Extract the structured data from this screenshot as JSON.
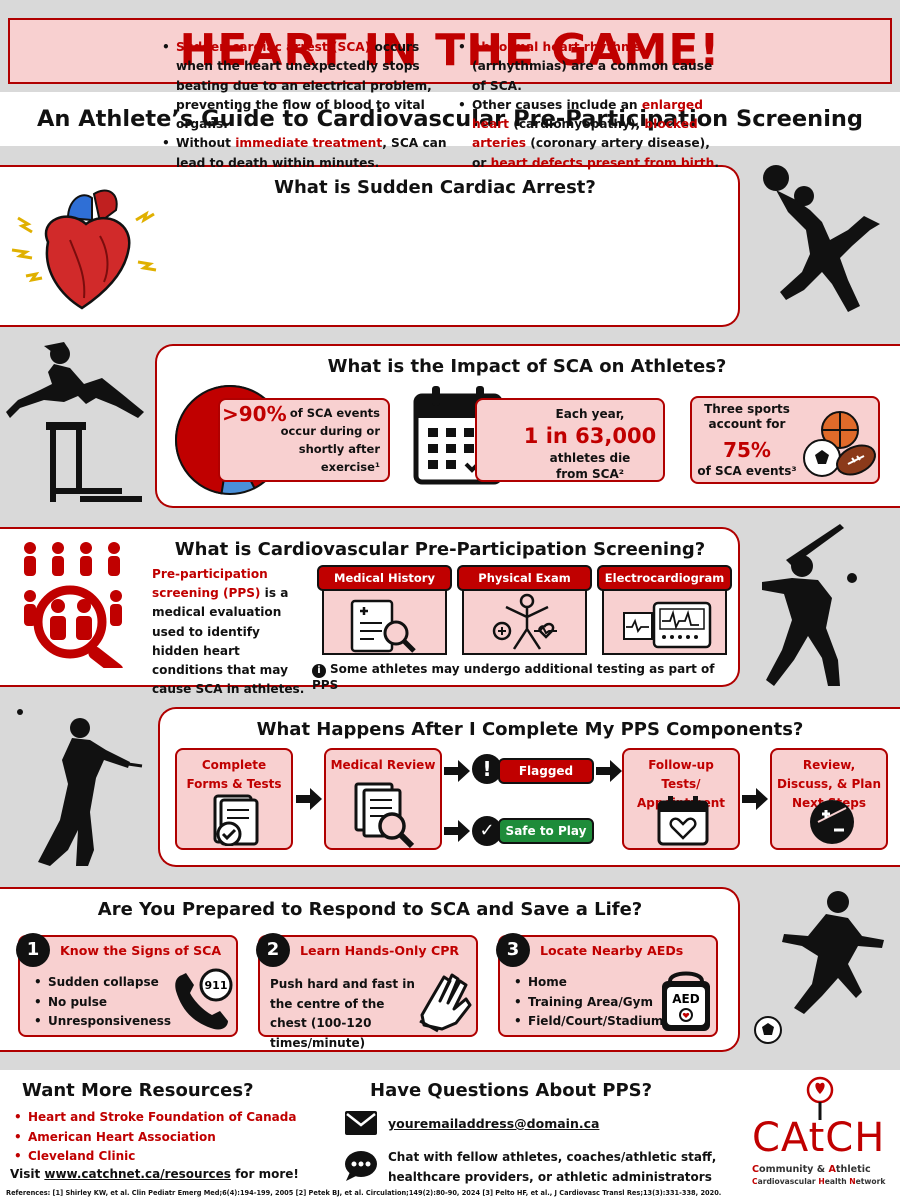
{
  "header": {
    "title": "HEART IN THE GAME!",
    "subtitle": "An Athlete’s Guide to Cardiovascular Pre-Participation Screening"
  },
  "sca": {
    "title": "What is Sudden Cardiac Arrest?",
    "b1_red": "Sudden cardiac arrest (SCA)",
    "b1_rest": " occurs when the heart unexpectedly stops beating due to an electrical problem, preventing the flow of blood to vital organs.",
    "b2_pre": "Without ",
    "b2_red": "immediate treatment",
    "b2_post": ", SCA can lead to death within minutes.",
    "b3_red": "Abnormal heart rhythms",
    "b3_rest": " (arrhythmias) are a common cause of SCA.",
    "b4_pre": "Other causes include an ",
    "b4_red1": "enlarged heart",
    "b4_mid1": " (cardiomyopathy), ",
    "b4_red2": "blocked arteries",
    "b4_mid2": " (coronary artery disease), or ",
    "b4_red3": "heart defects present from birth",
    "b4_post": "."
  },
  "impact": {
    "title": "What is the Impact of SCA on Athletes?",
    "stat1_big": ">90%",
    "stat1_text": "of SCA events occur during or shortly after exercise¹",
    "stat1_fraction": 0.9,
    "stat2_pre": "Each year,",
    "stat2_big": "1 in 63,000",
    "stat2_post": "athletes die from SCA²",
    "stat3_pre": "Three sports account for",
    "stat3_big": "75%",
    "stat3_post": "of SCA events³"
  },
  "pps": {
    "title": "What is Cardiovascular Pre-Participation Screening?",
    "desc_red": "Pre-participation screening (PPS)",
    "desc_rest": " is a medical evaluation used to identify hidden heart conditions that may cause SCA in athletes.",
    "components": [
      "Medical History",
      "Physical Exam",
      "Electrocardiogram"
    ],
    "note": "Some athletes may undergo additional testing as part of PPS"
  },
  "after": {
    "title": "What Happens After I Complete My PPS Components?",
    "step1": "Complete Forms & Tests",
    "step2": "Medical Review",
    "flagged": "Flagged",
    "safe": "Safe to Play",
    "step3": "Follow-up Tests/ Appointment",
    "step4": "Review, Discuss, & Plan Next Steps"
  },
  "respond": {
    "title": "Are You Prepared to Respond to SCA and Save a Life?",
    "box1": {
      "num": "1",
      "head": "Know the Signs of SCA",
      "items": [
        "Sudden collapse",
        "No pulse",
        "Unresponsiveness"
      ]
    },
    "box2": {
      "num": "2",
      "head": "Learn Hands-Only CPR",
      "text": "Push hard and fast in the centre of the chest (100-120 times/minute)"
    },
    "box3": {
      "num": "3",
      "head": "Locate Nearby AEDs",
      "items": [
        "Home",
        "Training Area/Gym",
        "Field/Court/Stadium"
      ]
    },
    "phone_label": "911",
    "aed_label": "AED"
  },
  "footer": {
    "resources_title": "Want More Resources?",
    "resources": [
      "Heart and Stroke Foundation of Canada",
      "American Heart Association",
      "Cleveland Clinic"
    ],
    "visit_pre": "Visit ",
    "visit_link": "www.catchnet.ca/resources",
    "visit_post": " for more!",
    "questions_title": "Have Questions About PPS?",
    "email": "youremailaddress@domain.ca",
    "chat": "Chat with fellow athletes, coaches/athletic staff, healthcare providers, or athletic administrators",
    "references": "References: [1] Shirley KW, et al. Clin Pediatr Emerg Med;6(4):194-199, 2005 [2] Petek BJ, et al. Circulation;149(2):80-90, 2024 [3] Pelto HF, et al., J Cardiovasc Transl Res;13(3):331-338, 2020.",
    "logo": "CAtCH",
    "logo_line1_c": "C",
    "logo_line1_a": "ommunity & ",
    "logo_line1_c2": "A",
    "logo_line1_b": "thletic",
    "logo_line2_c": "C",
    "logo_line2_a": "ardiovascular ",
    "logo_line2_c2": "H",
    "logo_line2_b": "ealth ",
    "logo_line2_c3": "N",
    "logo_line2_d": "etwork"
  },
  "colors": {
    "accent_red": "#c00000",
    "pink": "#f8d0d0",
    "green": "#1e8c3a",
    "grey_bg": "#d9d9d9"
  }
}
